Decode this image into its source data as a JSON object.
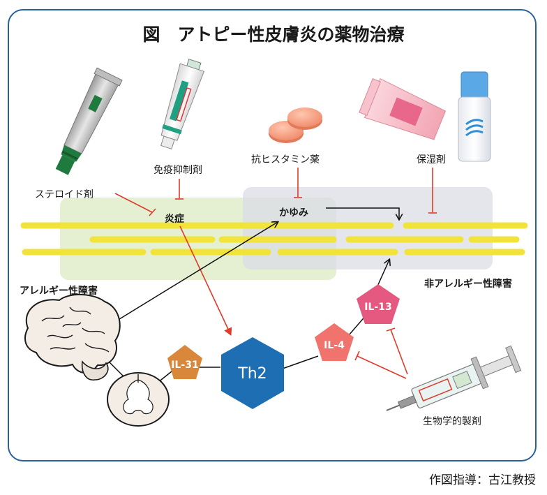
{
  "title": "図　アトピー性皮膚炎の薬物治療",
  "labels": {
    "steroid": "ステロイド剤",
    "immunosuppressant": "免疫抑制剤",
    "antihistamine": "抗ヒスタミン薬",
    "moisturizer": "保湿剤",
    "inflammation": "炎症",
    "itch": "かゆみ",
    "allergic_disorder": "アレルギー性障害",
    "nonallergic_disorder": "非アレルギー性障害",
    "biologic": "生物学的製剤"
  },
  "nodes": {
    "th2": "Th2",
    "il4": "IL-4",
    "il13": "IL-13",
    "il31": "IL-31"
  },
  "credit": "作図指導：古江教授",
  "colors": {
    "frame": "#2a5f9e",
    "th2": "#1e6eb4",
    "il4": "#f0736e",
    "il13": "#e5587f",
    "il31": "#d9873a",
    "inhibit": "#e03a2a",
    "nerve": "#f2e33a",
    "allergic_zone": "#e3efcf",
    "nonallergic_zone": "#e3e3ea"
  }
}
